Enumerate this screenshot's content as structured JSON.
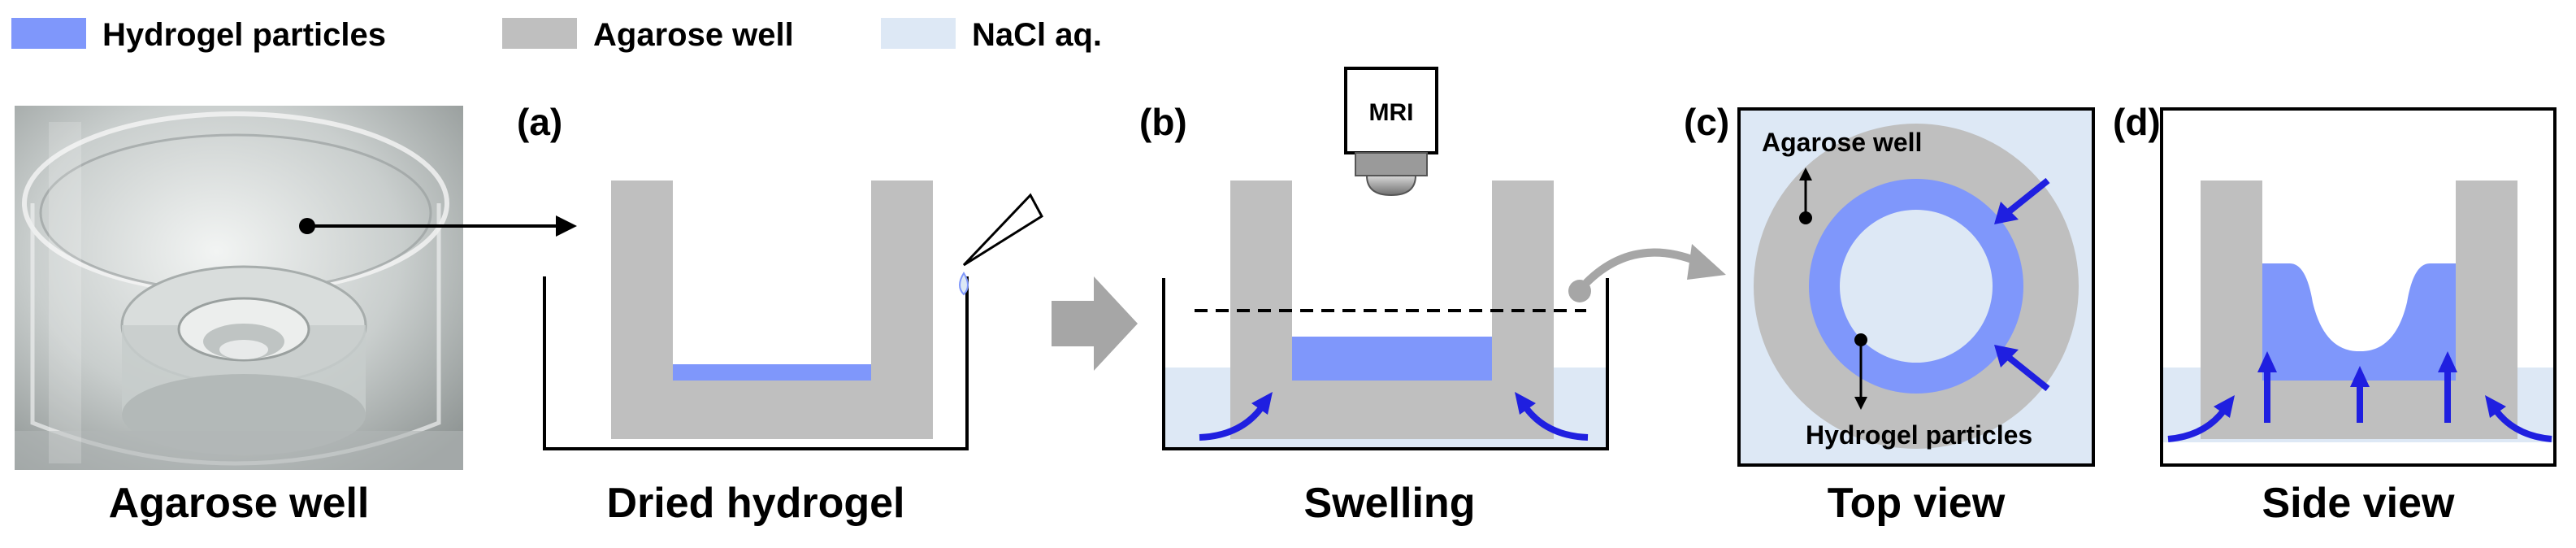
{
  "legend": {
    "hydrogel": "Hydrogel particles",
    "agarose": "Agarose well",
    "nacl": "NaCl aq."
  },
  "panels": {
    "a": "(a)",
    "b": "(b)",
    "c": "(c)",
    "d": "(d)"
  },
  "captions": {
    "photo": "Agarose well",
    "dried": "Dried hydrogel",
    "swelling": "Swelling",
    "top": "Top view",
    "side": "Side view"
  },
  "labels": {
    "mri": "MRI",
    "top_agarose": "Agarose well",
    "top_hydrogel": "Hydrogel particles"
  },
  "colors": {
    "hydrogel": "#7f97fb",
    "agarose": "#bfbfbf",
    "nacl": "#dde8f5",
    "arrow_blue": "#1f1fe0",
    "process_arrow": "#a6a6a6"
  }
}
